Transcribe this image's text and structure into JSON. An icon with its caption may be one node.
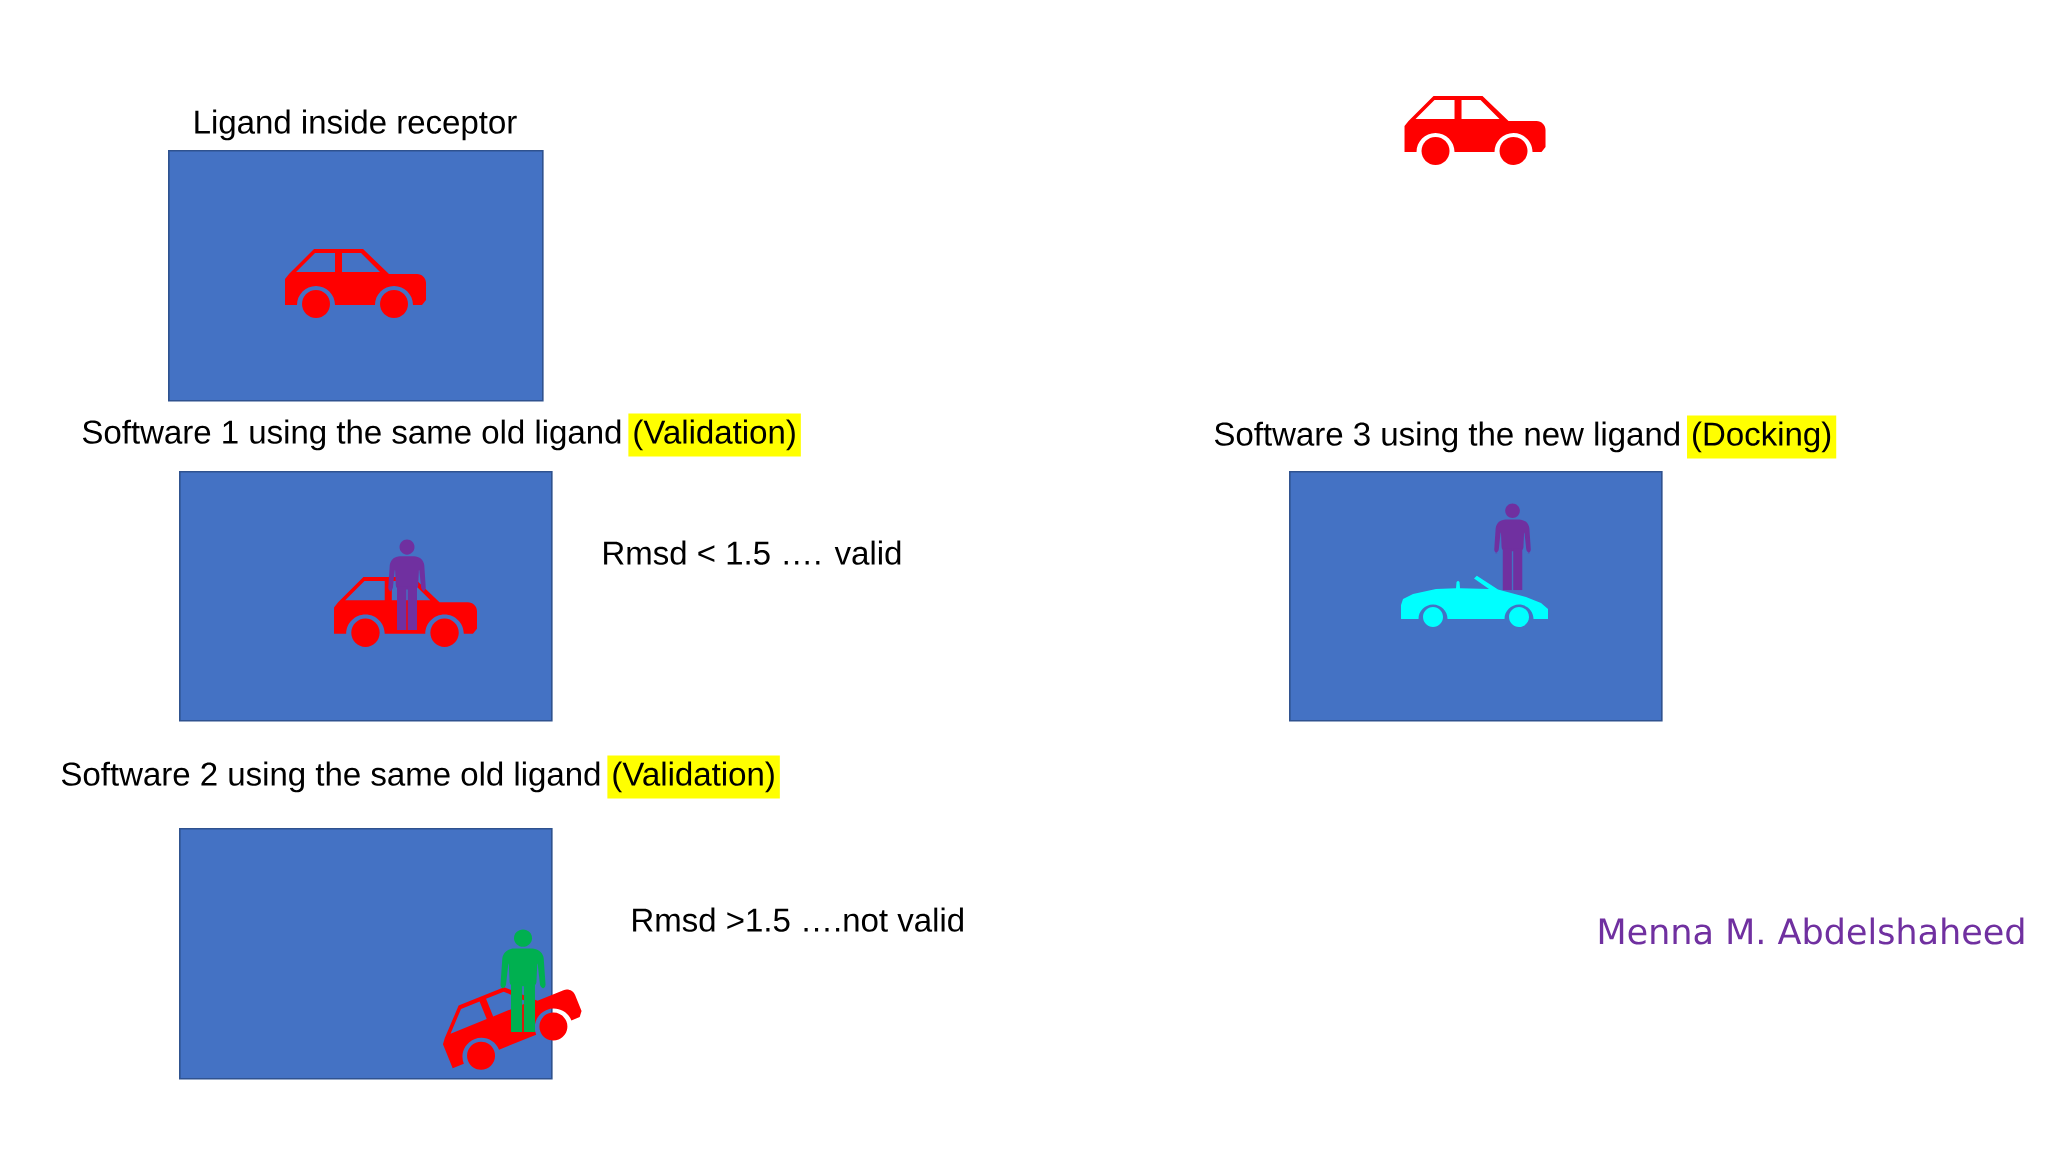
{
  "diagram": {
    "nodes": [
      {
        "text": [
          "Ligand inside receptor"
        ]
      },
      {
        "text": [
          "Software 1 using the same old ligand",
          "(Validation)"
        ],
        "beside": [
          "Rmsd < 1.5 …. valid"
        ]
      },
      {
        "text": [
          "Software 3 using the new ligand",
          "(Docking)"
        ]
      },
      {
        "text": [
          "Software 2 using the same old ligand",
          "(Validation)"
        ],
        "beside": [
          "Rmsd >1.5 ….not valid"
        ]
      }
    ],
    "labels": [
      "Menna M. Abdelshaheed"
    ]
  }
}
